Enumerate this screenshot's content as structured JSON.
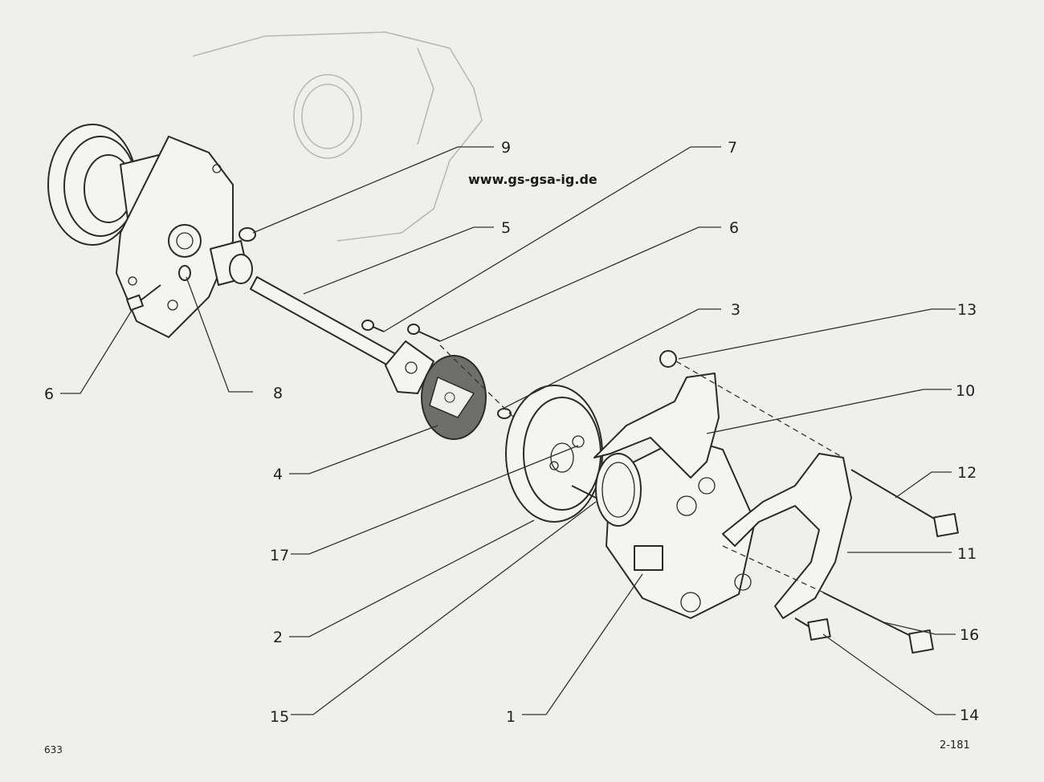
{
  "watermark": "www.gs-gsa-ig.de",
  "page_number_left": "633",
  "page_number_right": "2-181",
  "callouts": [
    "9",
    "7",
    "5",
    "6",
    "3",
    "13",
    "10",
    "12",
    "11",
    "16",
    "14",
    "1",
    "15",
    "2",
    "17",
    "4",
    "8",
    "6"
  ]
}
